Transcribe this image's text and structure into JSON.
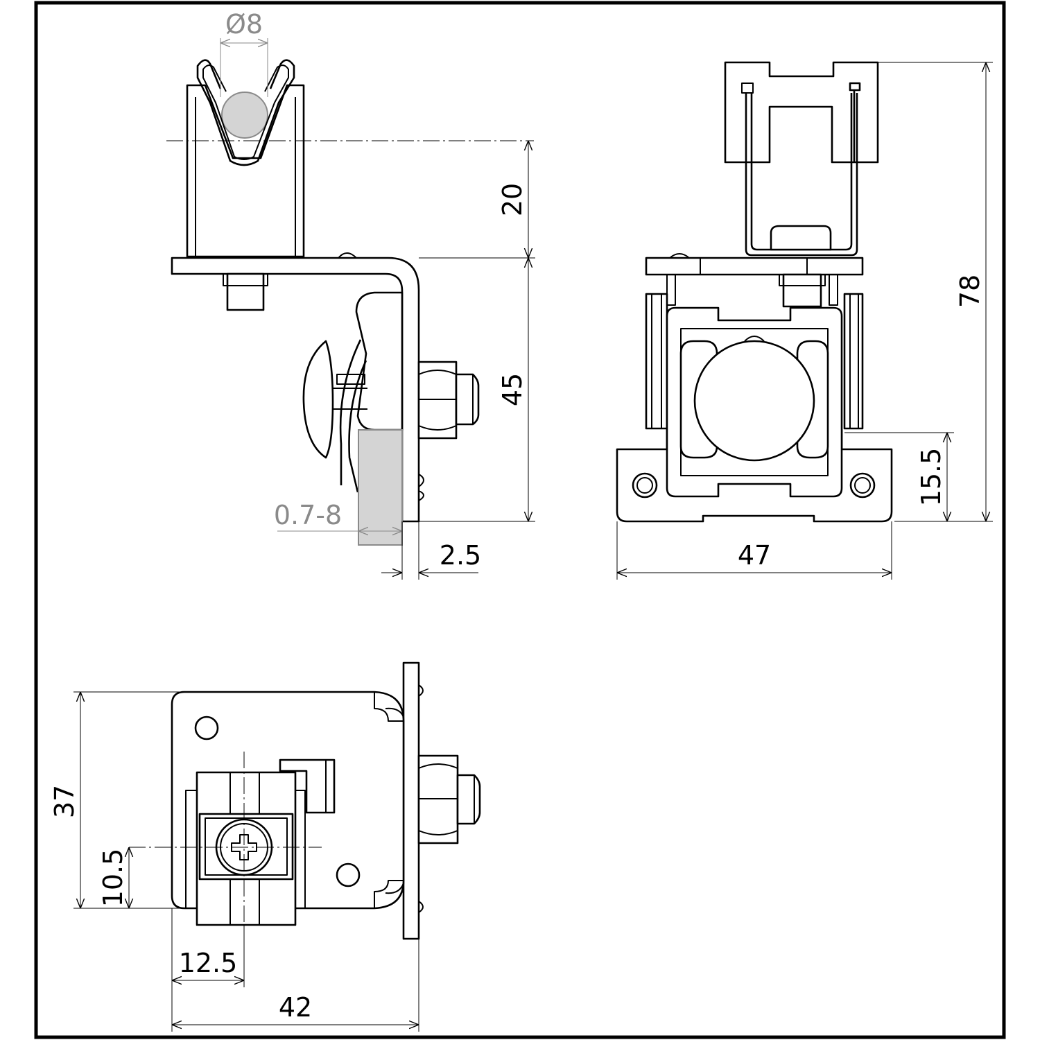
{
  "dimensions": {
    "diameter": "Ø8",
    "height_top": "20",
    "height_main": "45",
    "thickness_range": "0.7-8",
    "offset": "2.5",
    "total_height": "78",
    "base_height": "15.5",
    "base_width": "47",
    "depth": "37",
    "center_offset_y": "10.5",
    "center_offset_x": "12.5",
    "total_width": "42"
  },
  "colors": {
    "line": "#000000",
    "conductor_fill": "#d4d4d4",
    "grey_dimension": "#8a8a8a"
  }
}
